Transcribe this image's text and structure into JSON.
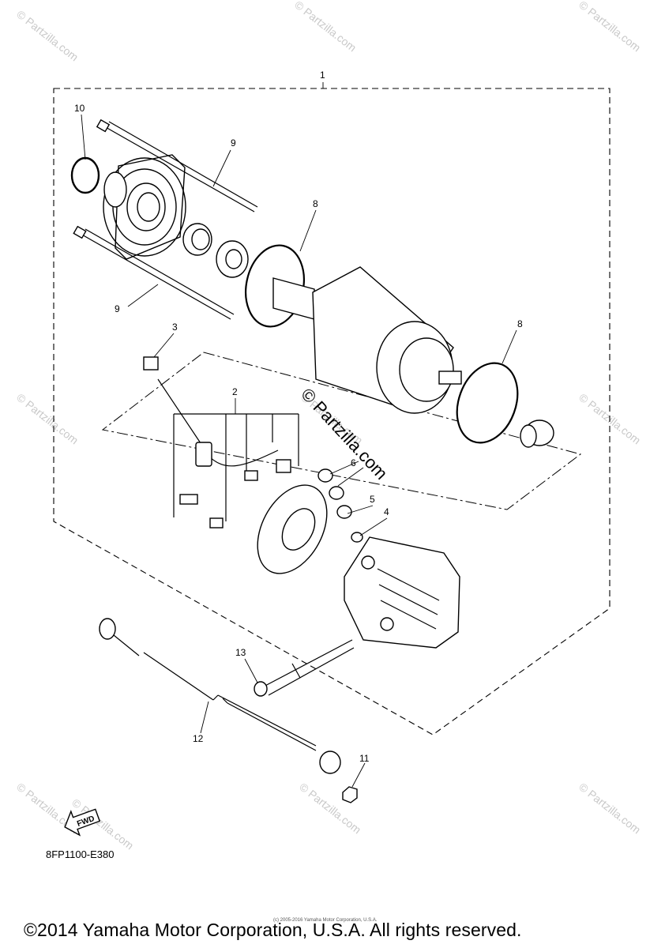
{
  "diagram": {
    "callouts": {
      "c1": "1",
      "c2": "2",
      "c3": "3",
      "c4": "4",
      "c5": "5",
      "c6": "6",
      "c8a": "8",
      "c8b": "8",
      "c9a": "9",
      "c9b": "9",
      "c10": "10",
      "c11": "11",
      "c12": "12",
      "c13": "13"
    },
    "fwd_label": "FWD",
    "diagram_code": "8FP1100-E380",
    "watermarks": [
      "© Partzilla.com",
      "© Partzilla.com",
      "© Partzilla.com",
      "© Partzilla.com",
      "© Partzilla.com",
      "© Partzilla.com",
      "© Partzilla.com",
      "© Partzilla.com",
      "© Partzilla.com",
      "© Partzilla.com"
    ],
    "center_watermark": "© Partzilla.com",
    "copyright": "©2014 Yamaha Motor Corporation, U.S.A. All rights reserved.",
    "tiny_note": "(c) 2005-2016 Yamaha Motor Corporation, U.S.A."
  }
}
